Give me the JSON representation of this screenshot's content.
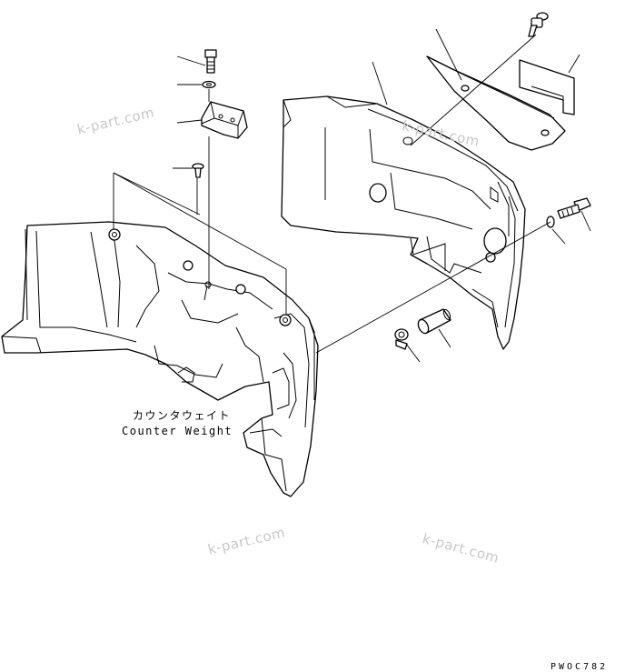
{
  "diagram": {
    "labels": {
      "counterweight_jp": "カウンタウェイト",
      "counterweight_en": "Counter Weight"
    },
    "figure_code": "PWOC782",
    "watermarks": [
      "k-part.com",
      "k-part.com",
      "k-part.com",
      "k-part.com"
    ]
  }
}
